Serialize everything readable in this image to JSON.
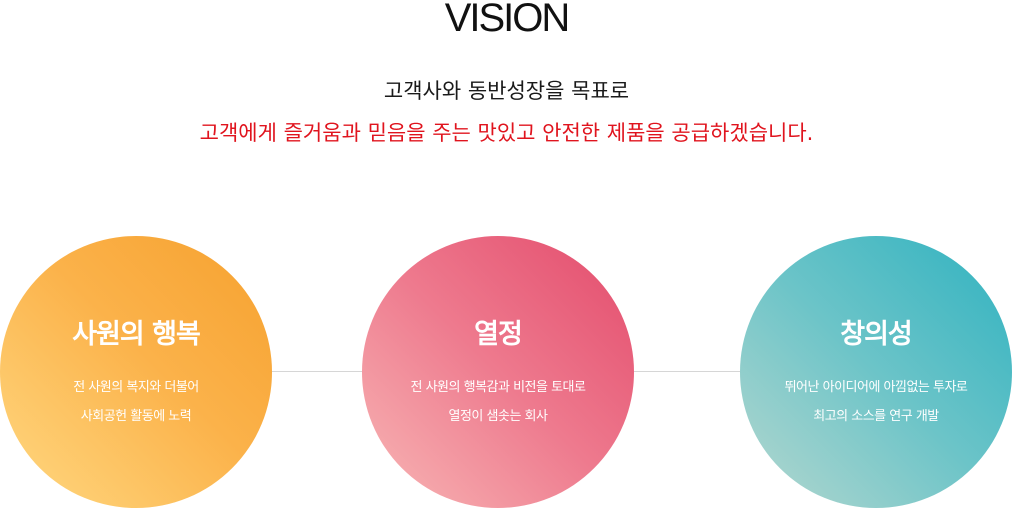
{
  "header": {
    "title": "VISION",
    "subtitle_line1": "고객사와 동반성장을 목표로",
    "subtitle_line2": "고객에게 즐거움과 믿음을 주는 맛있고 안전한 제품을 공급하겠습니다."
  },
  "colors": {
    "accent_red": "#e0141e",
    "happy_gradient": [
      "#f6a12f",
      "#ffd982"
    ],
    "passion_gradient": [
      "#e34b6c",
      "#f8b8b6"
    ],
    "creative_gradient": [
      "#2fb2c0",
      "#b7d8cf"
    ]
  },
  "values": [
    {
      "title": "사원의 행복",
      "desc": [
        "전 사원의 복지와 더불어",
        "사회공헌 활동에 노력"
      ]
    },
    {
      "title": "열정",
      "desc": [
        "전 사원의 행복감과 비전을 토대로",
        "열정이 샘솟는 회사"
      ]
    },
    {
      "title": "창의성",
      "desc": [
        "뛰어난 아이디어에 아낌없는 투자로",
        "최고의 소스를 연구 개발"
      ]
    }
  ]
}
